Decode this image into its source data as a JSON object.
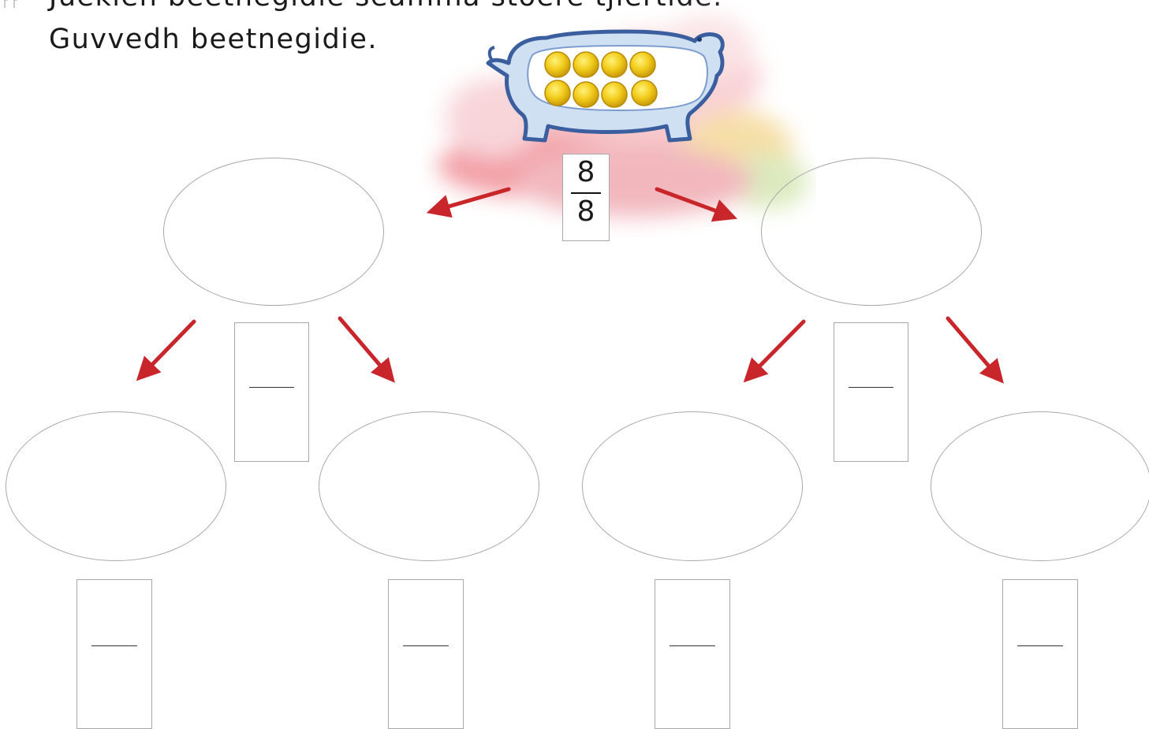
{
  "instructions": {
    "line1": "Juekieh beetnegidie seamma stoere tjïertide.",
    "line2": "Guvvedh beetnegidie."
  },
  "fraction": {
    "numerator": "8",
    "denominator": "8"
  },
  "piggy_bank": {
    "coin_count": 8
  },
  "colors": {
    "arrow": "#c8262a",
    "outline": "#a8a8a8",
    "coin": "#f2cc1b"
  }
}
